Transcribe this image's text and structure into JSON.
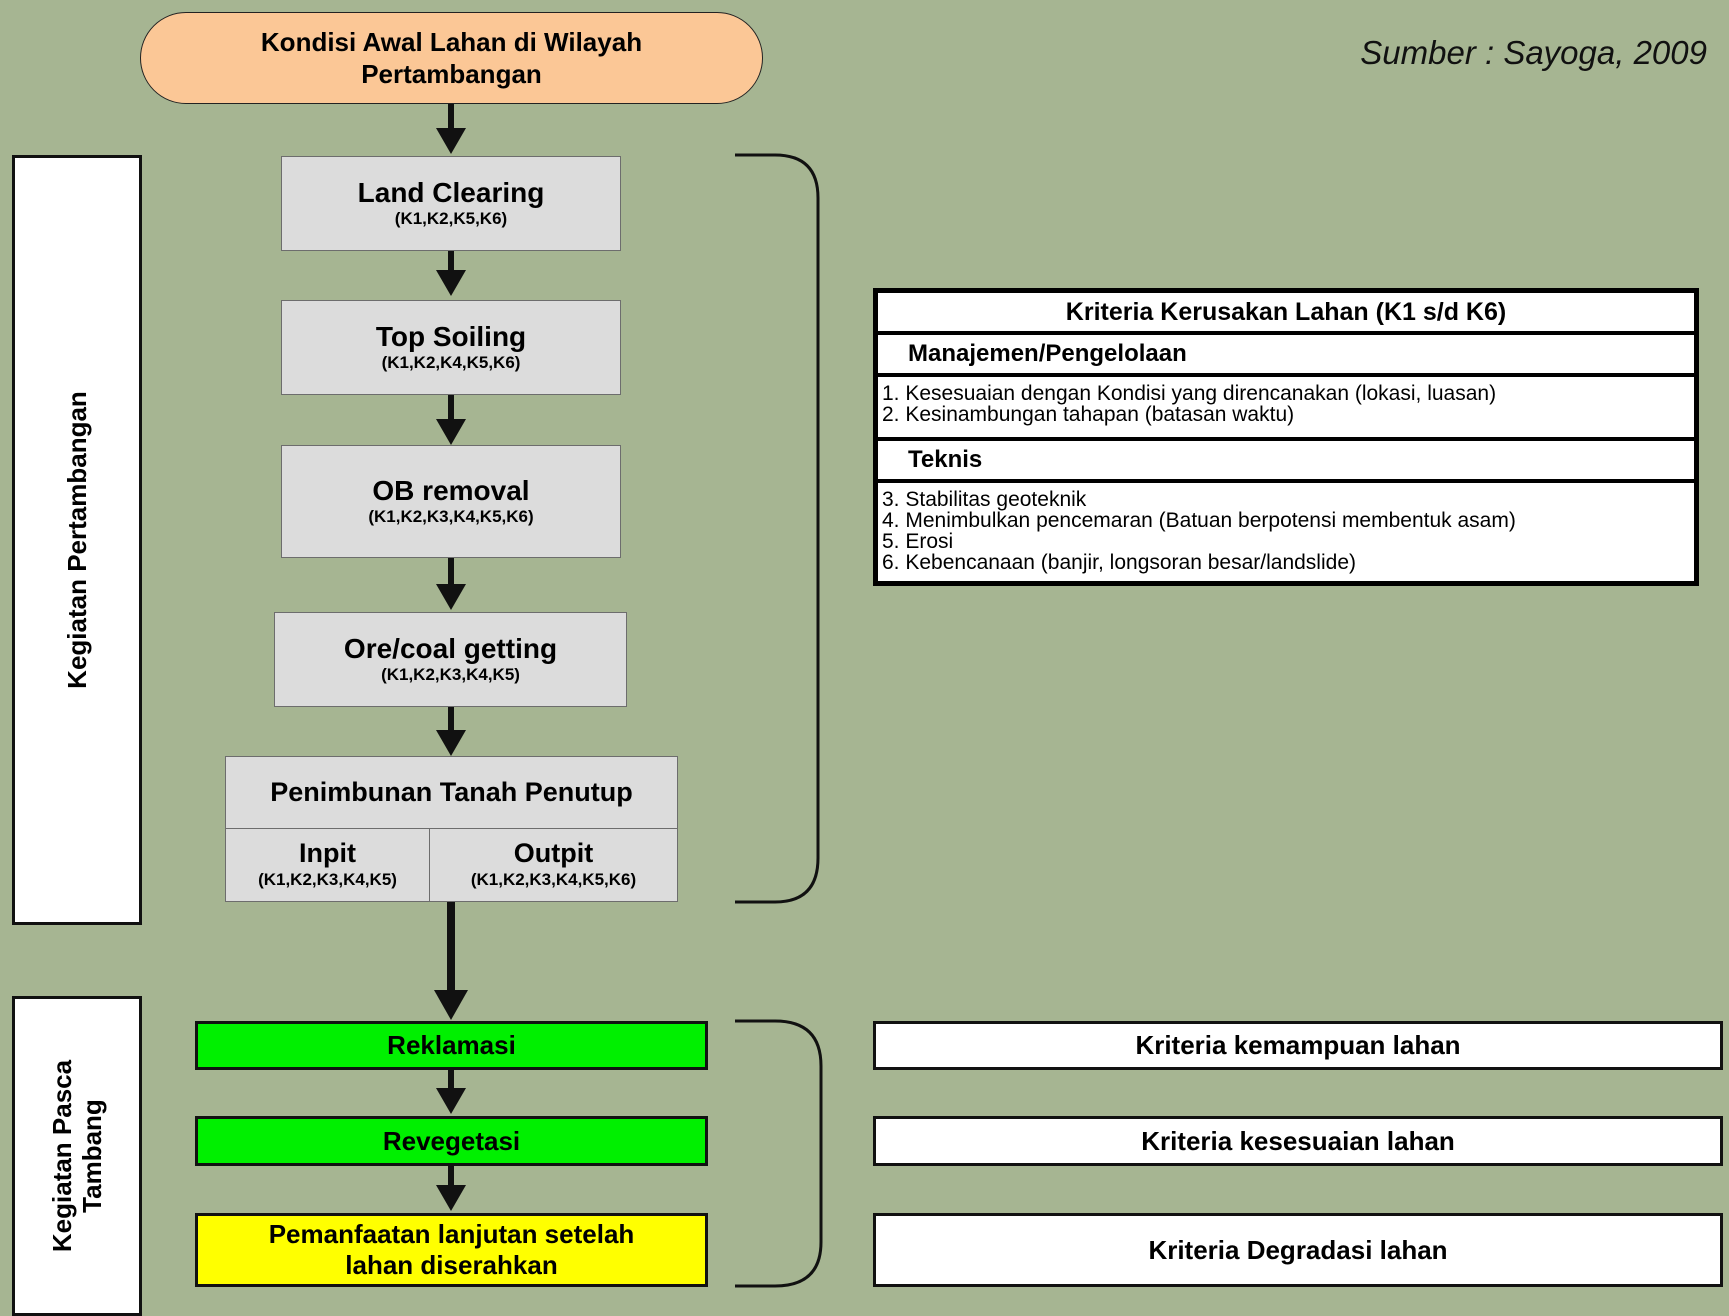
{
  "start": {
    "label_line1": "Kondisi Awal Lahan di Wilayah",
    "label_line2": "Pertambangan"
  },
  "source": "Sumber : Sayoga, 2009",
  "sections": {
    "mining": "Kegiatan Pertambangan",
    "post_mining_line1": "Kegiatan Pasca",
    "post_mining_line2": "Tambang"
  },
  "steps": [
    {
      "title": "Land Clearing",
      "codes": "(K1,K2,K5,K6)"
    },
    {
      "title": "Top Soiling",
      "codes": "(K1,K2,K4,K5,K6)"
    },
    {
      "title": "OB removal",
      "codes": "(K1,K2,K3,K4,K5,K6)"
    },
    {
      "title": "Ore/coal getting",
      "codes": "(K1,K2,K3,K4,K5)"
    }
  ],
  "dumping": {
    "title": "Penimbunan Tanah Penutup",
    "inpit": {
      "title": "Inpit",
      "codes": "(K1,K2,K3,K4,K5)"
    },
    "outpit": {
      "title": "Outpit",
      "codes": "(K1,K2,K3,K4,K5,K6)"
    }
  },
  "criteria": {
    "title": "Kriteria Kerusakan Lahan (K1 s/d K6)",
    "management": {
      "heading": "Manajemen/Pengelolaan",
      "items": [
        "1. Kesesuaian dengan Kondisi yang direncanakan (lokasi, luasan)",
        "2. Kesinambungan tahapan (batasan waktu)"
      ]
    },
    "technical": {
      "heading": "Teknis",
      "items": [
        "3. Stabilitas geoteknik",
        "4. Menimbulkan pencemaran (Batuan berpotensi membentuk asam)",
        "5. Erosi",
        "6. Kebencanaan (banjir, longsoran besar/landslide)"
      ]
    }
  },
  "post_steps": {
    "reclamation": "Reklamasi",
    "revegetation": "Revegetasi",
    "further_use_line1": "Pemanfaatan lanjutan setelah",
    "further_use_line2": "lahan diserahkan"
  },
  "post_criteria": {
    "capability": "Kriteria kemampuan lahan",
    "suitability": "Kriteria kesesuaian lahan",
    "degradation": "Kriteria Degradasi lahan"
  },
  "colors": {
    "background": "#a6b592",
    "start": "#fbc796",
    "step": "#dcdcdc",
    "green": "#00f000",
    "yellow": "#ffff00"
  }
}
